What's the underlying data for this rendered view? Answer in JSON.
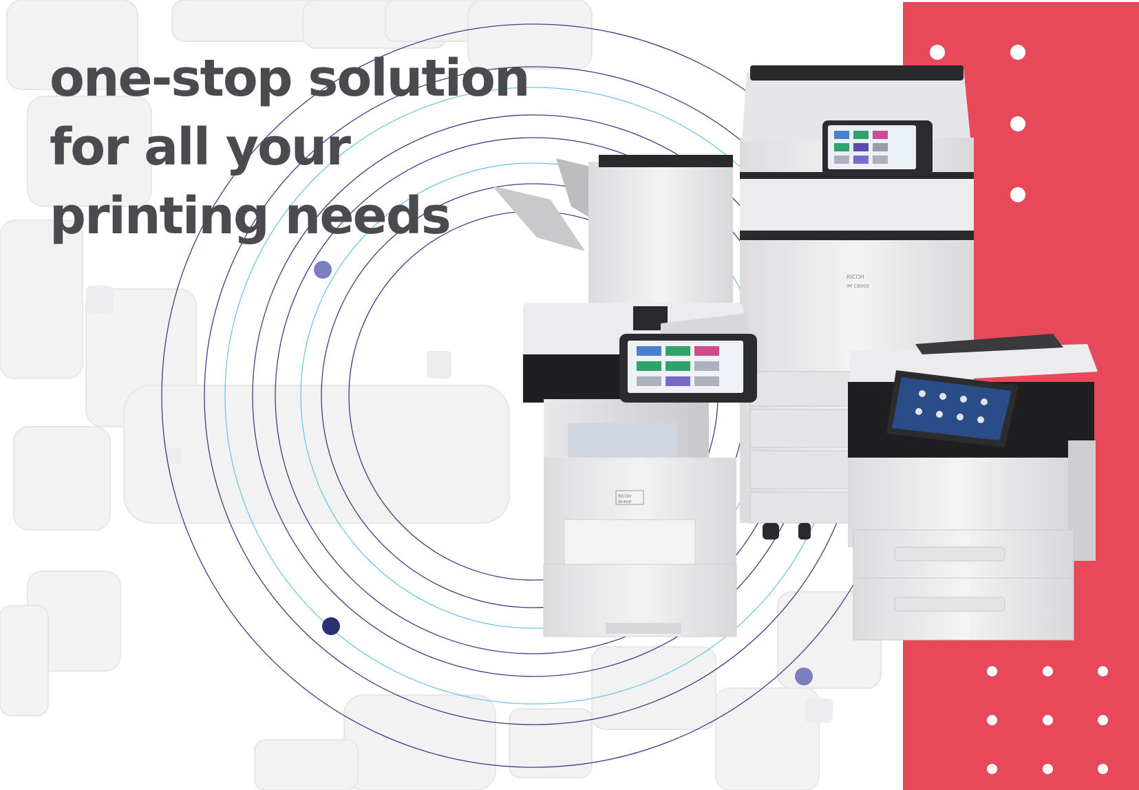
{
  "headline": {
    "line1": "one-stop solution",
    "line2": "for all your",
    "line3": "printing needs"
  },
  "brand": {
    "printer_large": "RICOH",
    "printer_large_model": "IM C6000",
    "printer_small": "RICOH",
    "printer_small_model": "IM 460F"
  },
  "colors": {
    "headline": "#4b4b4f",
    "accent_red": "#e8495a",
    "navy_dot": "#2e2f73",
    "purple_dot": "#7b7fbf",
    "ring_navy": "#3a3c85",
    "ring_cyan": "#6cc6e6"
  },
  "icons": [
    "white-dot-pattern",
    "concentric-rings",
    "multifunction-printer-illustration"
  ]
}
